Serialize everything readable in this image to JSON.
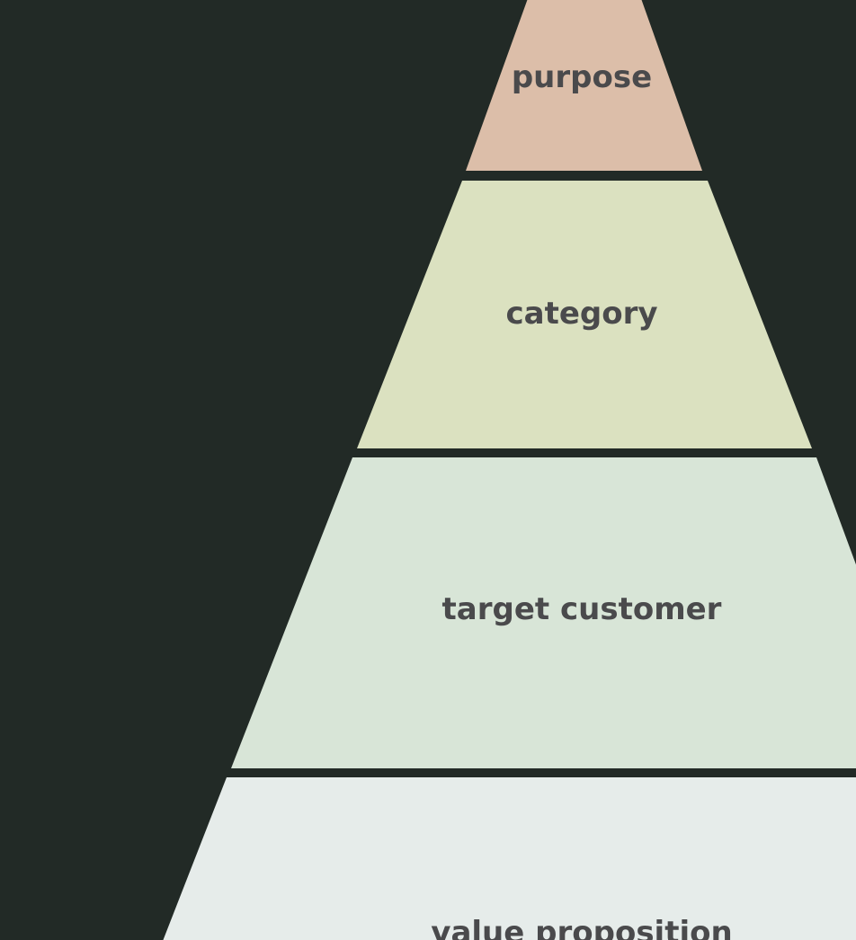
{
  "diagram": {
    "type": "pyramid",
    "background_color": "#222a26",
    "tiers": [
      {
        "label": "purpose",
        "color": "#dcbea9"
      },
      {
        "label": "category",
        "color": "#dbe1c0"
      },
      {
        "label": "target customer",
        "color": "#d8e5d7"
      },
      {
        "label": "value proposition",
        "color": "#e6ecea"
      }
    ]
  }
}
